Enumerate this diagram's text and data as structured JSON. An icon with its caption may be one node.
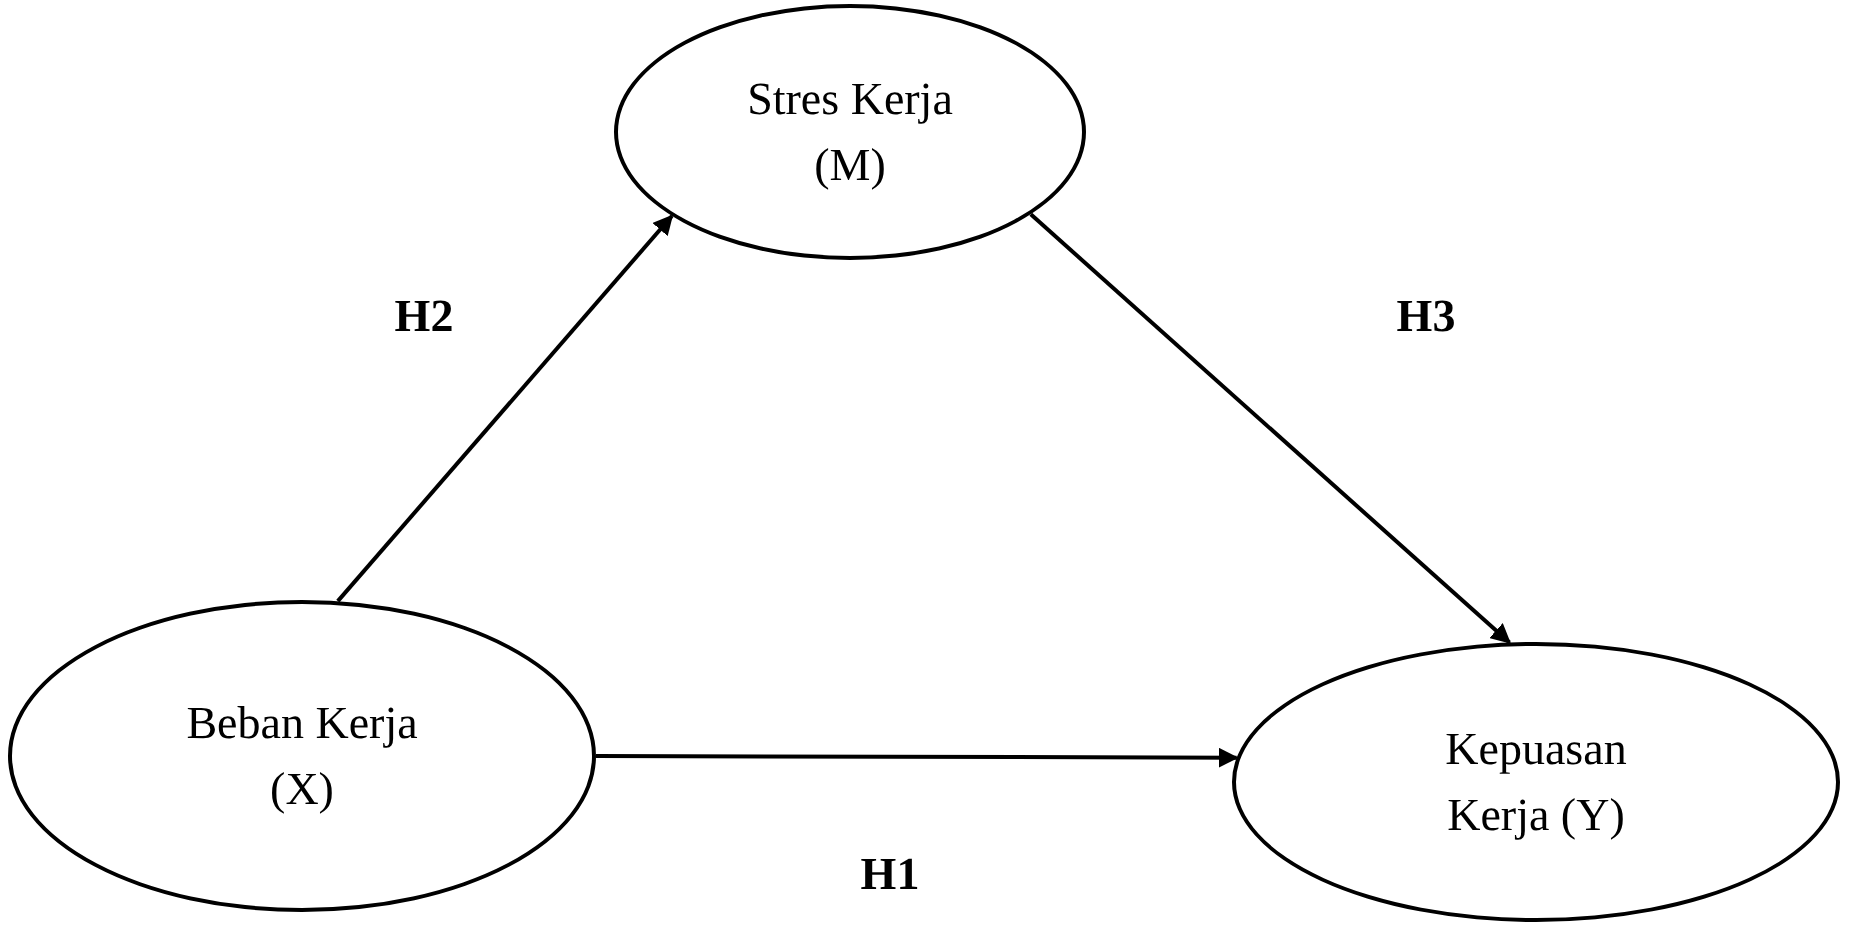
{
  "diagram": {
    "nodes": [
      {
        "text": [
          "Stres Kerja (M)"
        ]
      },
      {
        "text": [
          "Beban Kerja (X)"
        ]
      },
      {
        "text": [
          "Kepuasan Kerja (Y)"
        ]
      }
    ],
    "edges": [
      {
        "from": 1,
        "to": 0,
        "arrow": "to",
        "label": "H2"
      },
      {
        "from": 0,
        "to": 2,
        "arrow": "to",
        "label": "H3"
      },
      {
        "from": 1,
        "to": 2,
        "arrow": "to",
        "label": "H1"
      }
    ]
  }
}
